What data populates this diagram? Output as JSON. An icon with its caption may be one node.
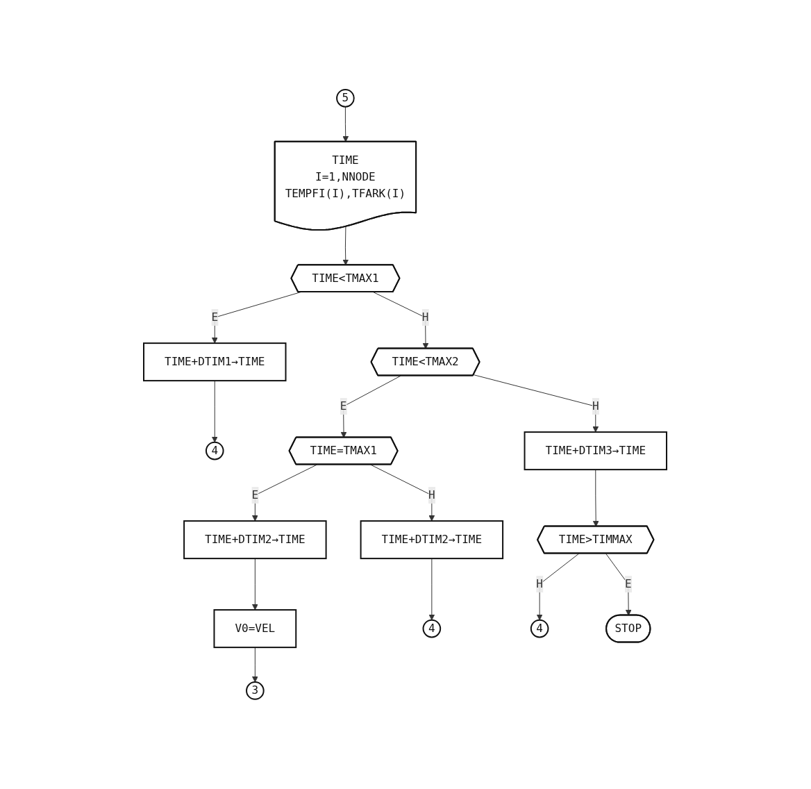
{
  "diagram": {
    "nodes": [
      {
        "text": [
          "5"
        ]
      },
      {
        "text": [
          "TIME",
          "I=1,NNODE",
          "TEMPFI(I),TFARK(I)"
        ]
      },
      {
        "text": [
          "TIME<TMAX1"
        ]
      },
      {
        "text": [
          "TIME+DTIM1→TIME"
        ]
      },
      {
        "text": [
          "4"
        ]
      },
      {
        "text": [
          "TIME<TMAX2"
        ]
      },
      {
        "text": [
          "TIME=TMAX1"
        ]
      },
      {
        "text": [
          "TIME+DTIM2→TIME"
        ]
      },
      {
        "text": [
          "TIME+DTIM3→TIME"
        ]
      },
      {
        "text": [
          "TIME+DTIM2→TIME"
        ]
      },
      {
        "text": [
          "V0=VEL"
        ]
      },
      {
        "text": [
          "TIME>TIMMAX"
        ]
      },
      {
        "text": [
          "4"
        ]
      },
      {
        "text": [
          "4"
        ]
      },
      {
        "text": [
          "3"
        ]
      },
      {
        "text": [
          "STOP"
        ]
      }
    ],
    "edges": [
      {
        "from": 0,
        "to": 1,
        "arrow": "to"
      },
      {
        "from": 1,
        "to": 2,
        "arrow": "to"
      },
      {
        "from": 2,
        "to": 3,
        "arrow": "to",
        "label": "E"
      },
      {
        "from": 3,
        "to": 4,
        "arrow": "to"
      },
      {
        "from": 2,
        "to": 5,
        "arrow": "to",
        "label": "H"
      },
      {
        "from": 5,
        "to": 6,
        "arrow": "to",
        "label": "E"
      },
      {
        "from": 6,
        "to": 7,
        "arrow": "to",
        "label": "E"
      },
      {
        "from": 5,
        "to": 8,
        "arrow": "to",
        "label": "H"
      },
      {
        "from": 6,
        "to": 9,
        "arrow": "to",
        "label": "H"
      },
      {
        "from": 7,
        "to": 10,
        "arrow": "to"
      },
      {
        "from": 8,
        "to": 11,
        "arrow": "to"
      },
      {
        "from": 9,
        "to": 13,
        "arrow": "to"
      },
      {
        "from": 10,
        "to": 14,
        "arrow": "to"
      },
      {
        "from": 11,
        "to": 12,
        "arrow": "to",
        "label": "H"
      },
      {
        "from": 11,
        "to": 15,
        "arrow": "to",
        "label": "E"
      }
    ]
  }
}
